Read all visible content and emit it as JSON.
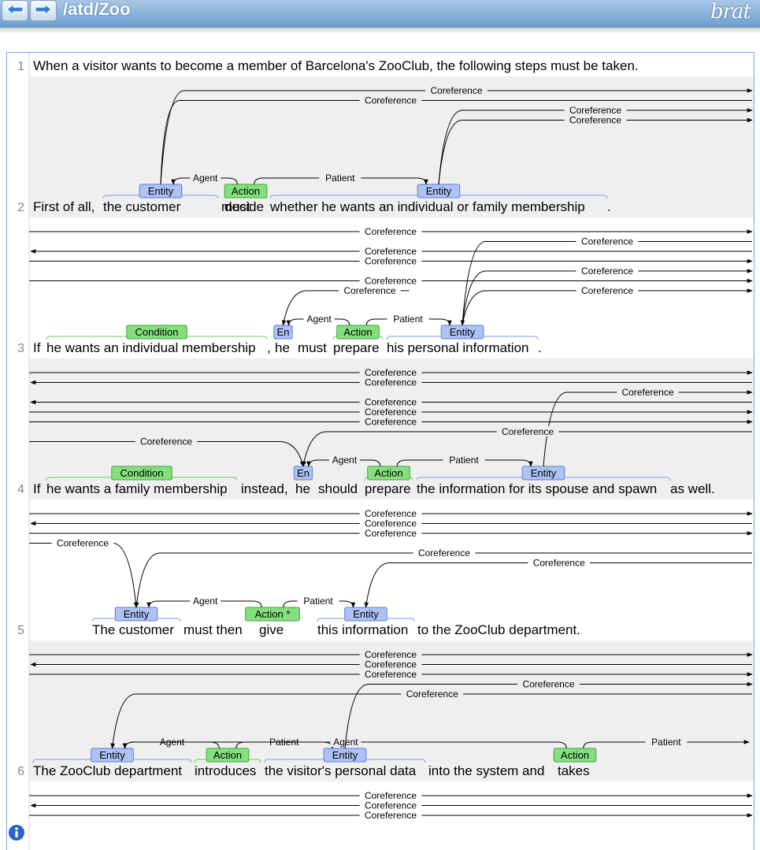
{
  "header": {
    "path": "/atd/Zoo",
    "logo": "brat",
    "back_icon": "arrow-left-icon",
    "forward_icon": "arrow-right-icon"
  },
  "colors": {
    "entity": "#adc2f5",
    "action": "#84e07e",
    "condition": "#84e07e",
    "row_alt": "#efefef",
    "header": "#7aa6d6"
  },
  "sentences": [
    {
      "num": "1",
      "tokens": [
        "When a visitor wants to become a member of Barcelona's ZooClub, the following steps must be taken."
      ],
      "spans": [],
      "arcs": [],
      "refs": []
    },
    {
      "num": "2",
      "tokens": [
        "First of all,",
        "the customer",
        "must",
        "decide",
        "whether he wants an individual or family membership",
        "."
      ],
      "spans": [
        {
          "type": "Entity",
          "label": "Entity",
          "token": 1
        },
        {
          "type": "Action",
          "label": "Action",
          "token": 3
        },
        {
          "type": "Entity",
          "label": "Entity",
          "token": 4
        }
      ],
      "arcs": [
        {
          "from": 1,
          "to": 0,
          "label": "Agent"
        },
        {
          "from": 1,
          "to": 2,
          "label": "Patient"
        }
      ],
      "refs": [
        {
          "label": "Coreference",
          "dir": "out",
          "span": 0,
          "level": 0
        },
        {
          "label": "Coreference",
          "dir": "line",
          "span": 0,
          "level": 1
        },
        {
          "label": "Coreference",
          "dir": "out",
          "span": 2,
          "level": 2
        },
        {
          "label": "Coreference",
          "dir": "out",
          "span": 2,
          "level": 3
        }
      ]
    },
    {
      "num": "3",
      "tokens": [
        "If",
        "he wants an individual membership",
        ",",
        "he",
        "must",
        "prepare",
        "his personal information",
        "."
      ],
      "spans": [
        {
          "type": "Condition",
          "label": "Condition",
          "token": 1
        },
        {
          "type": "Entity",
          "label": "En",
          "token": 3
        },
        {
          "type": "Action",
          "label": "Action",
          "token": 5
        },
        {
          "type": "Entity",
          "label": "Entity",
          "token": 6
        }
      ],
      "arcs": [
        {
          "from": 2,
          "to": 1,
          "label": "Agent"
        },
        {
          "from": 2,
          "to": 3,
          "label": "Patient"
        }
      ],
      "refs": [
        {
          "label": "Coreference",
          "dir": "through",
          "level": 0
        },
        {
          "label": "Coreference",
          "dir": "in",
          "span": 3,
          "level": 1
        },
        {
          "label": "Coreference",
          "dir": "back",
          "level": 2
        },
        {
          "label": "Coreference",
          "dir": "through",
          "level": 3
        },
        {
          "label": "Coreference",
          "dir": "out",
          "span": 3,
          "level": 4
        },
        {
          "label": "Coreference",
          "dir": "through",
          "level": 5
        },
        {
          "label": "Coreference",
          "dir": "out",
          "span": 3,
          "level": 6
        },
        {
          "label": "Coreference",
          "dir": "local",
          "span": 1,
          "level": 6
        }
      ]
    },
    {
      "num": "4",
      "tokens": [
        "If",
        "he wants a family membership",
        "instead,",
        "he",
        "should",
        "prepare",
        "the information for its spouse and spawn",
        "as well."
      ],
      "spans": [
        {
          "type": "Condition",
          "label": "Condition",
          "token": 1
        },
        {
          "type": "Entity",
          "label": "En",
          "token": 3
        },
        {
          "type": "Action",
          "label": "Action",
          "token": 5
        },
        {
          "type": "Entity",
          "label": "Entity",
          "token": 6
        }
      ],
      "arcs": [
        {
          "from": 2,
          "to": 1,
          "label": "Agent"
        },
        {
          "from": 2,
          "to": 3,
          "label": "Patient"
        }
      ],
      "refs": [
        {
          "label": "Coreference",
          "dir": "through",
          "level": 0
        },
        {
          "label": "Coreference",
          "dir": "back",
          "level": 1
        },
        {
          "label": "Coreference",
          "dir": "out",
          "span": 3,
          "level": 2
        },
        {
          "label": "Coreference",
          "dir": "back",
          "level": 3
        },
        {
          "label": "Coreference",
          "dir": "through",
          "level": 4
        },
        {
          "label": "Coreference",
          "dir": "through",
          "level": 5
        },
        {
          "label": "Coreference",
          "dir": "in",
          "span": 1,
          "level": 6
        },
        {
          "label": "Coreference",
          "dir": "backin",
          "span": 1,
          "level": 7
        }
      ]
    },
    {
      "num": "5",
      "tokens": [
        "The customer",
        "must then",
        "give",
        "this information",
        "to the ZooClub department."
      ],
      "spans": [
        {
          "type": "Entity",
          "label": "Entity",
          "token": 0
        },
        {
          "type": "Action",
          "label": "Action *",
          "token": 2
        },
        {
          "type": "Entity",
          "label": "Entity",
          "token": 3
        }
      ],
      "arcs": [
        {
          "from": 1,
          "to": 0,
          "label": "Agent"
        },
        {
          "from": 1,
          "to": 2,
          "label": "Patient"
        }
      ],
      "refs": [
        {
          "label": "Coreference",
          "dir": "through",
          "level": 0
        },
        {
          "label": "Coreference",
          "dir": "back",
          "level": 1
        },
        {
          "label": "Coreference",
          "dir": "through",
          "level": 2
        },
        {
          "label": "Coreference",
          "dir": "backin",
          "span": 0,
          "level": 3
        },
        {
          "label": "Coreference",
          "dir": "in",
          "span": 0,
          "level": 4
        },
        {
          "label": "Coreference",
          "dir": "in",
          "span": 2,
          "level": 5
        }
      ]
    },
    {
      "num": "6",
      "tokens": [
        "The ZooClub department",
        "introduces",
        "the visitor's personal data",
        "into the system and",
        "takes"
      ],
      "spans": [
        {
          "type": "Entity",
          "label": "Entity",
          "token": 0
        },
        {
          "type": "Action",
          "label": "Action",
          "token": 1
        },
        {
          "type": "Entity",
          "label": "Entity",
          "token": 2
        },
        {
          "type": "Action",
          "label": "Action",
          "token": 4
        }
      ],
      "arcs": [
        {
          "from": 1,
          "to": 0,
          "label": "Agent"
        },
        {
          "from": 1,
          "to": 2,
          "label": "Patient"
        },
        {
          "from": 3,
          "to": 0,
          "label": "Agent"
        },
        {
          "from": 3,
          "to": -1,
          "label": "Patient"
        }
      ],
      "refs": [
        {
          "label": "Coreference",
          "dir": "through",
          "level": 0
        },
        {
          "label": "Coreference",
          "dir": "back",
          "level": 1
        },
        {
          "label": "Coreference",
          "dir": "through",
          "level": 2
        },
        {
          "label": "Coreference",
          "dir": "out",
          "span": 2,
          "level": 3
        },
        {
          "label": "Coreference",
          "dir": "in",
          "span": 0,
          "level": 4
        }
      ]
    },
    {
      "num": "",
      "tokens": [],
      "spans": [],
      "arcs": [],
      "refs": [
        {
          "label": "Coreference",
          "dir": "through",
          "level": 0
        },
        {
          "label": "Coreference",
          "dir": "back",
          "level": 1
        },
        {
          "label": "Coreference",
          "dir": "through",
          "level": 2
        }
      ]
    }
  ],
  "info_icon": "info-icon"
}
